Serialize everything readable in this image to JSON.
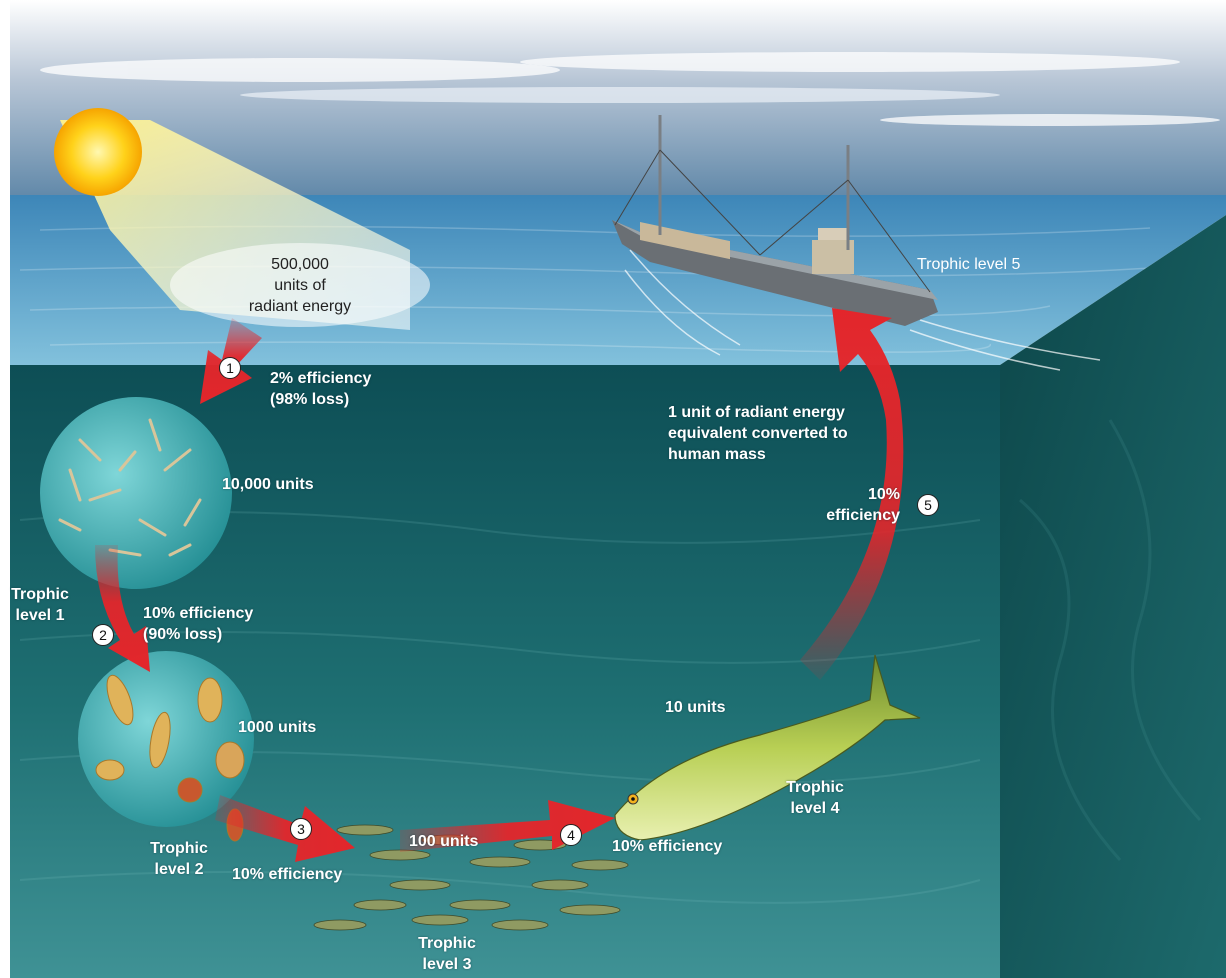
{
  "labels": {
    "sunlight": "500,000\nunits of\nradiant energy",
    "efficiency_1": "2% efficiency\n(98% loss)",
    "units_level_1": "10,000 units",
    "trophic_level_1": "Trophic\nlevel 1",
    "efficiency_2": "10% efficiency\n(90% loss)",
    "units_level_2": "1000 units",
    "trophic_level_2": "Trophic\nlevel 2",
    "efficiency_3": "10% efficiency",
    "units_level_3": "100 units",
    "trophic_level_3": "Trophic\nlevel 3",
    "efficiency_4": "10% efficiency",
    "units_level_4": "10 units",
    "trophic_level_4": "Trophic\nlevel 4",
    "efficiency_5": "10%\nefficiency",
    "human_mass": "1 unit of radiant energy\nequivalent converted to\nhuman mass",
    "trophic_level_5": "Trophic level 5"
  },
  "steps": [
    "1",
    "2",
    "3",
    "4",
    "5"
  ],
  "colors": {
    "arrow_red": "#e3262b",
    "sea_surface": "#5a9fc7",
    "water": "#1f6a6e",
    "cube_side": "#0c4a4e",
    "sun": "#ffd21a"
  }
}
